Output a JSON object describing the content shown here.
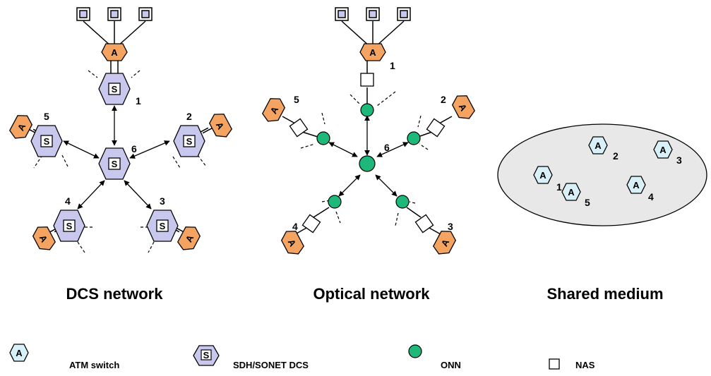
{
  "colors": {
    "atm_orange": "#F4A460",
    "dcs_fill": "#C8C8EE",
    "onn_green": "#1DB87A",
    "shared_fill": "#E8E8E8",
    "atm_shared_fill": "#D8F0F8"
  },
  "glyphs": {
    "atm": "A",
    "dcs": "S"
  },
  "dcs_network": {
    "title": "DCS network",
    "labels": {
      "n1": "1",
      "n2": "2",
      "n3": "3",
      "n4": "4",
      "n5": "5",
      "n6": "6"
    }
  },
  "optical_network": {
    "title": "Optical network",
    "labels": {
      "n1": "1",
      "n2": "2",
      "n3": "3",
      "n4": "4",
      "n5": "5",
      "n6": "6"
    }
  },
  "shared_medium": {
    "title": "Shared medium",
    "labels": {
      "n1": "1",
      "n2": "2",
      "n3": "3",
      "n4": "4",
      "n5": "5"
    }
  },
  "legend": {
    "atm": "ATM switch",
    "dcs": "SDH/SONET DCS",
    "onn": "ONN",
    "nas": "NAS"
  }
}
